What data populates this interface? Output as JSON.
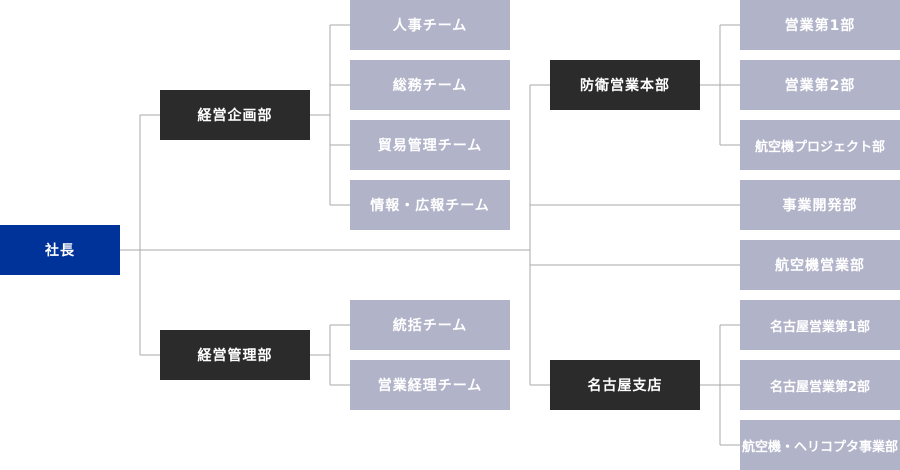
{
  "president": "社長",
  "left": {
    "planning": {
      "label": "経営企画部",
      "teams": [
        "人事チーム",
        "総務チーム",
        "貿易管理チーム",
        "情報・広報チーム"
      ]
    },
    "management": {
      "label": "経営管理部",
      "teams": [
        "統括チーム",
        "営業経理チーム"
      ]
    }
  },
  "right": {
    "defense": {
      "label": "防衛営業本部",
      "depts": [
        "営業第1部",
        "営業第2部",
        "航空機プロジェクト部"
      ]
    },
    "business_dev": "事業開発部",
    "aviation_sales": "航空機営業部",
    "nagoya": {
      "label": "名古屋支店",
      "depts": [
        "名古屋営業第1部",
        "名古屋営業第2部",
        "航空機・ヘリコプタ事業部"
      ]
    }
  }
}
